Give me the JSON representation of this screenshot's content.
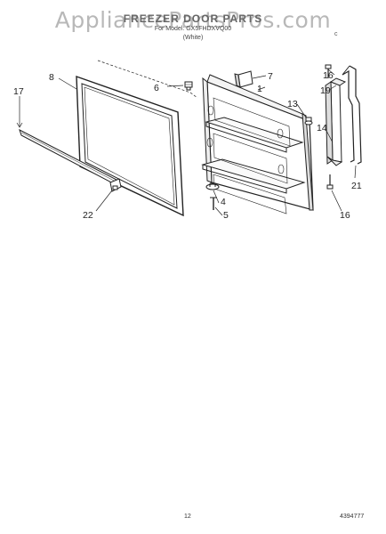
{
  "watermark": "AppliancePartsPros.com",
  "header": {
    "title": "FREEZER DOOR PARTS",
    "model": "For Model: GX5FHDXVQ00",
    "color": "(White)"
  },
  "callouts": {
    "c1": "1",
    "c4": "4",
    "c5": "5",
    "c6": "6",
    "c7": "7",
    "c8": "8",
    "c13": "13",
    "c14": "14",
    "c16a": "16",
    "c16b": "16",
    "c17": "17",
    "c19": "19",
    "c21": "21",
    "c22": "22"
  },
  "footer": {
    "page": "12",
    "doc_id": "4394777"
  }
}
